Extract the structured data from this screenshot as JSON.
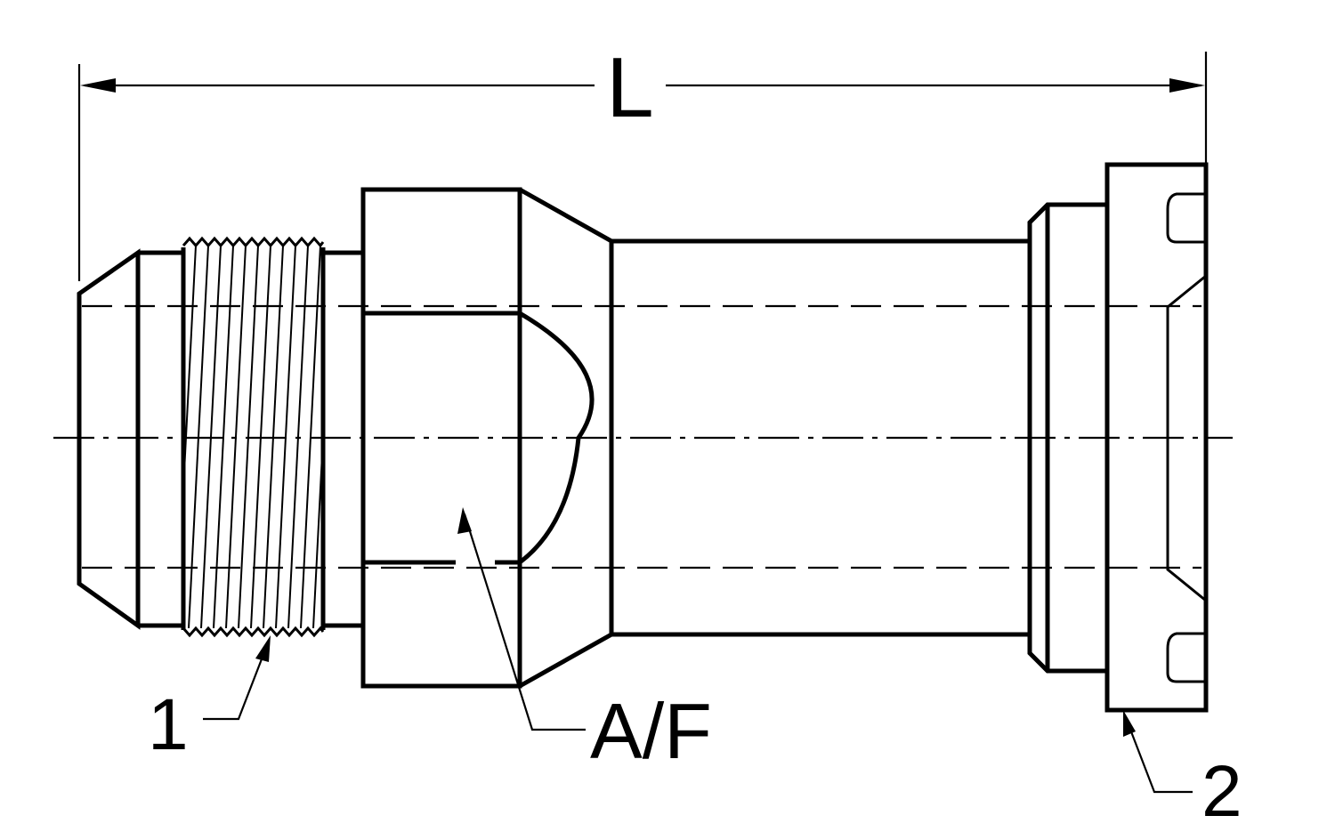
{
  "labels": {
    "length": "L",
    "across_flats": "A/F",
    "end_1": "1",
    "end_2": "2"
  }
}
